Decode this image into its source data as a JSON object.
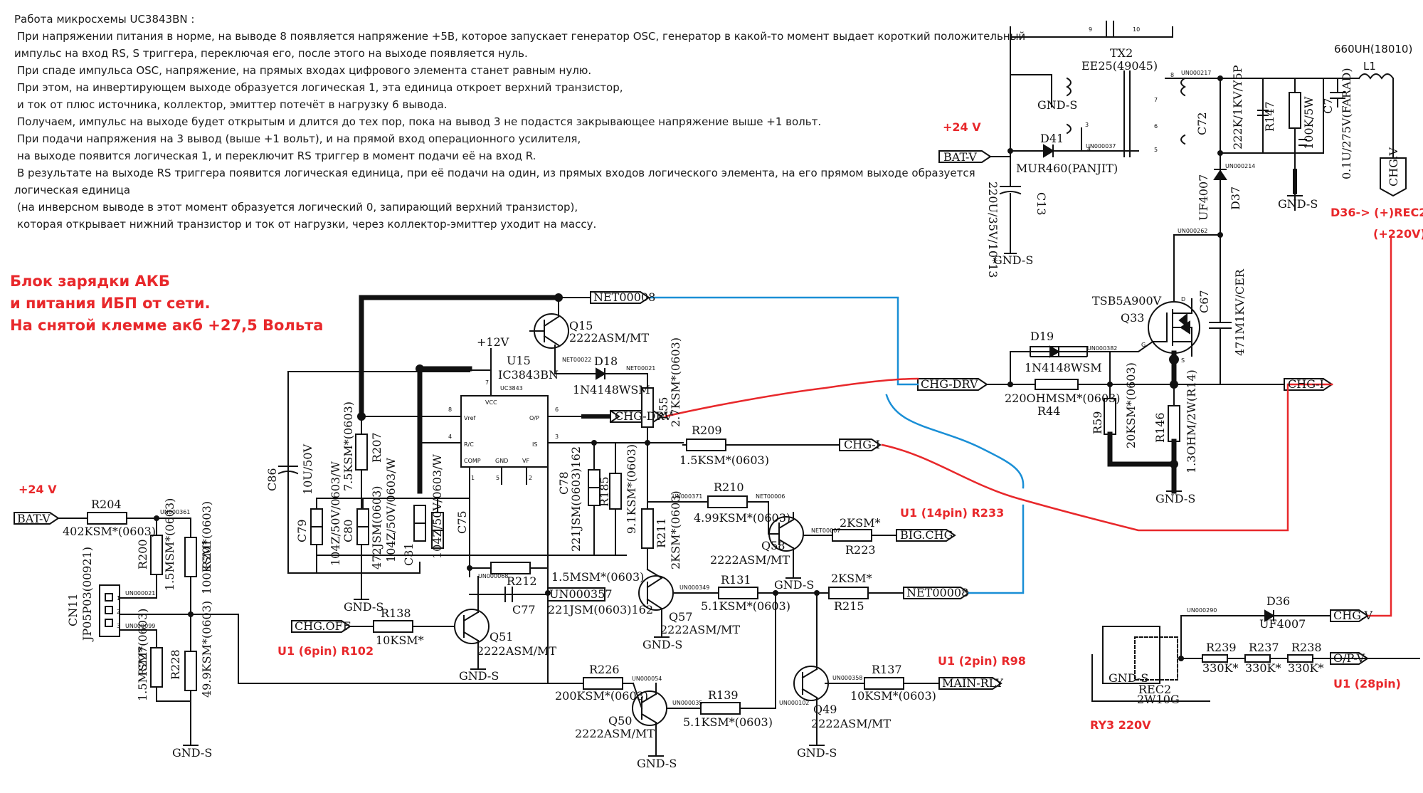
{
  "notes": [
    "Работа микросхемы UC3843BN :",
    "При напряжении питания в норме, на выводе 8 появляется напряжение +5В, которое запускает генератор OSC, генератор в какой-то момент выдает короткий положительный",
    "импульс на вход RS, S триггера, переключая его,  после этого на выходе появляется нуль.",
    "При спаде импульса OSC, напряжение, на прямых входах цифрового элемента станет равным нулю.",
    "При этом, на инвертирующем выходе образуется логическая 1, эта единица откроет верхний транзистор,",
    "и ток от плюс источника, коллектор, эмиттер потечёт в нагрузку 6 вывода.",
    "Получаем, импульс на выходе будет открытым и длится до тех пор, пока на вывод 3 не подастся закрывающее напряжение выше +1 вольт.",
    "При подачи напряжения на 3 вывод (выше +1 вольт), и на прямой вход операционного усилителя,",
    "на выходе появится логическая 1, и переключит RS триггер в момент подачи её на вход R.",
    "В результате на выходе RS триггера появится логическая единица, при её подачи на один, из прямых входов логического элемента, на его прямом выходе образуется",
    "логическая единица",
    "(на инверсном выводе в этот момент образуется логический 0, запирающий верхний транзистор),",
    "которая открывает нижний транзистор и ток от нагрузки, через коллектор-эмиттер уходит на массу."
  ],
  "red_title": [
    "Блок зарядки АКБ",
    "и питания ИБП от сети.",
    "На снятой клемме акб +27,5 Вольта"
  ],
  "red_labels": {
    "v24_left": "+24 V",
    "v24_right": "+24 V",
    "d36_rec2": "D36-> (+)REC2",
    "v220": "(+220V)",
    "u1_14": "U1 (14pin) R233",
    "u1_6": "U1 (6pin) R102",
    "u1_2": "U1 (2pin) R98",
    "u1_28": "U1 (28pin)",
    "ry3": "RY3 220V"
  },
  "nets": {
    "bat_v": "BAT-V",
    "chg_drv": "CHG-DRV",
    "chg_i": "CHG-I",
    "chg_v": "CHG.V",
    "big_chg": "BIG.CHG",
    "chg_off": "CHG.OFF",
    "main_rly": "MAIN-RLY",
    "net8": "NET00008",
    "un357": "UN000357",
    "opv": "O/P-V",
    "gnd": "GND-S",
    "v12": "+12V"
  },
  "ic": {
    "ref": "U15",
    "name": "IC3843BN",
    "small": "UC3843",
    "pins": {
      "vcc": "VCC",
      "vref": "Vref",
      "op": "O/P",
      "rc": "R/C",
      "is": "IS",
      "comp": "COMP",
      "gnd": "GND",
      "vf": "VF"
    },
    "nums": {
      "p8": "8",
      "p7": "7",
      "p6": "6",
      "p4": "4",
      "p3": "3",
      "p1": "1",
      "p5": "5",
      "p2": "2"
    }
  },
  "parts": {
    "tx2": "TX2",
    "tx2_core": "EE25(49045)",
    "l1_val": "660UH(18010)",
    "l1": "L1",
    "d41": "D41",
    "d41_val": "MUR460(PANJIT)",
    "c13": "C13",
    "c13_val": "220U/35V/10*13",
    "c72": "C72",
    "c72_val": "222K/1KV/Y5P",
    "r147": "R147",
    "r147_val": "100K/5W",
    "c7": "C7",
    "c7_val": "0.1U/275V(FARAD)",
    "d37": "D37",
    "d37_val": "UF4007",
    "q33_val": "TSB5A900V",
    "q33": "Q33",
    "c67": "C67",
    "c67_val": "471M1KV/CER",
    "d19": "D19",
    "d19_val": "1N4148WSM",
    "r44_val": "220OHMSM*(0603)",
    "r44": "R44",
    "r59": "R59",
    "r59_val": "20KSM*(0603)",
    "r146": "R146",
    "r146_val": "1.3OHM/2W(R14)",
    "q15": "Q15",
    "q15_val": "2222ASM/MT",
    "d18": "D18",
    "d18_val": "1N4148WSM",
    "r55": "R55",
    "r55_val": "2.7KSM*(0603)",
    "r209": "R209",
    "r209_val": "1.5KSM*(0603)",
    "c86": "C86",
    "c86_val": "10U/50V",
    "r207": "R207",
    "r207_val": "7.5KSM*(0603)",
    "c79": "C79",
    "c79_val": "104Z/50V/0603/W",
    "c80": "C80",
    "c80_val": "472JSM(0603)",
    "c31": "C31",
    "c31_val": "104Z/50V/0603/W",
    "c31b_val": "104Z/50V/0603/W",
    "c75": "C75",
    "c78": "C78",
    "c78_val": "221JSM(0603)162",
    "r185": "R185",
    "r185_val": "9.1KSM*(0603)",
    "r211": "R211",
    "r211_val": "2KSM*(0603)",
    "r210": "R210",
    "r210_val": "4.99KSM*(0603)",
    "q58": "Q58",
    "q58_val": "2222ASM/MT",
    "r223_val": "2KSM*",
    "r223": "R223",
    "r212": "R212",
    "r212_val": "1.5MSM*(0603)",
    "c77": "C77",
    "c77_val": "221JSM(0603)162",
    "r131": "R131",
    "r131_val": "5.1KSM*(0603)",
    "r215_val": "2KSM*",
    "r215": "R215",
    "q57": "Q57",
    "q57_val": "2222ASM/MT",
    "r138": "R138",
    "r138_val": "10KSM*",
    "q51": "Q51",
    "q51_val": "2222ASM/MT",
    "r226": "R226",
    "r226_val": "200KSM*(0603)",
    "q50": "Q50",
    "q50_val": "2222ASM/MT",
    "r139": "R139",
    "r139_val": "5.1KSM*(0603)",
    "q49": "Q49",
    "q49_val": "2222ASM/MT",
    "r137": "R137",
    "r137_val": "10KSM*(0603)",
    "r204": "R204",
    "r204_val": "402KSM*(0603)",
    "r200": "R200",
    "r200_val": "1.5MSM*(0603)",
    "r201": "R201",
    "r201_val": "100KSM*(0603)",
    "cn11": "CN11",
    "cn11_val": "JP05P03(00921)",
    "r227": "R227",
    "r227_val": "1.5MSM*(0603)",
    "r228": "R228",
    "r228_val": "49.9KSM*(0603)",
    "d36": "D36",
    "d36_val": "UF4007",
    "rec2": "REC2",
    "rec2_val": "2W10G",
    "r239": "R239",
    "r237": "R237",
    "r238": "R238",
    "r330": "330K*"
  },
  "tiny": {
    "un217": "UN000217",
    "un214": "UN000214",
    "un262": "UN000262",
    "un37": "UN000037",
    "un382": "UN000382",
    "net22": "NET00022",
    "net21": "NET00021",
    "un371": "UN000371",
    "net6": "NET00006",
    "net7": "NET00007",
    "un349": "UN000349",
    "un68": "UN000068",
    "un361": "UN000361",
    "un2": "UN000021",
    "un99": "UN000099",
    "un54": "UN000054",
    "un35": "UN000035",
    "un102": "UN000102",
    "un358": "UN000358",
    "un290": "UN000290"
  },
  "pin_nums": {
    "t8": "8",
    "t7": "7",
    "t6": "6",
    "t5": "5",
    "t3": "3",
    "t4": "4",
    "t9": "9",
    "t10": "10",
    "g": "G",
    "d": "D",
    "s": "S",
    "cn1": "1",
    "cn2": "2",
    "cn3": "3"
  },
  "colors": {
    "red": "#e8282b",
    "blue": "#1a8fd6",
    "line": "#111111"
  }
}
